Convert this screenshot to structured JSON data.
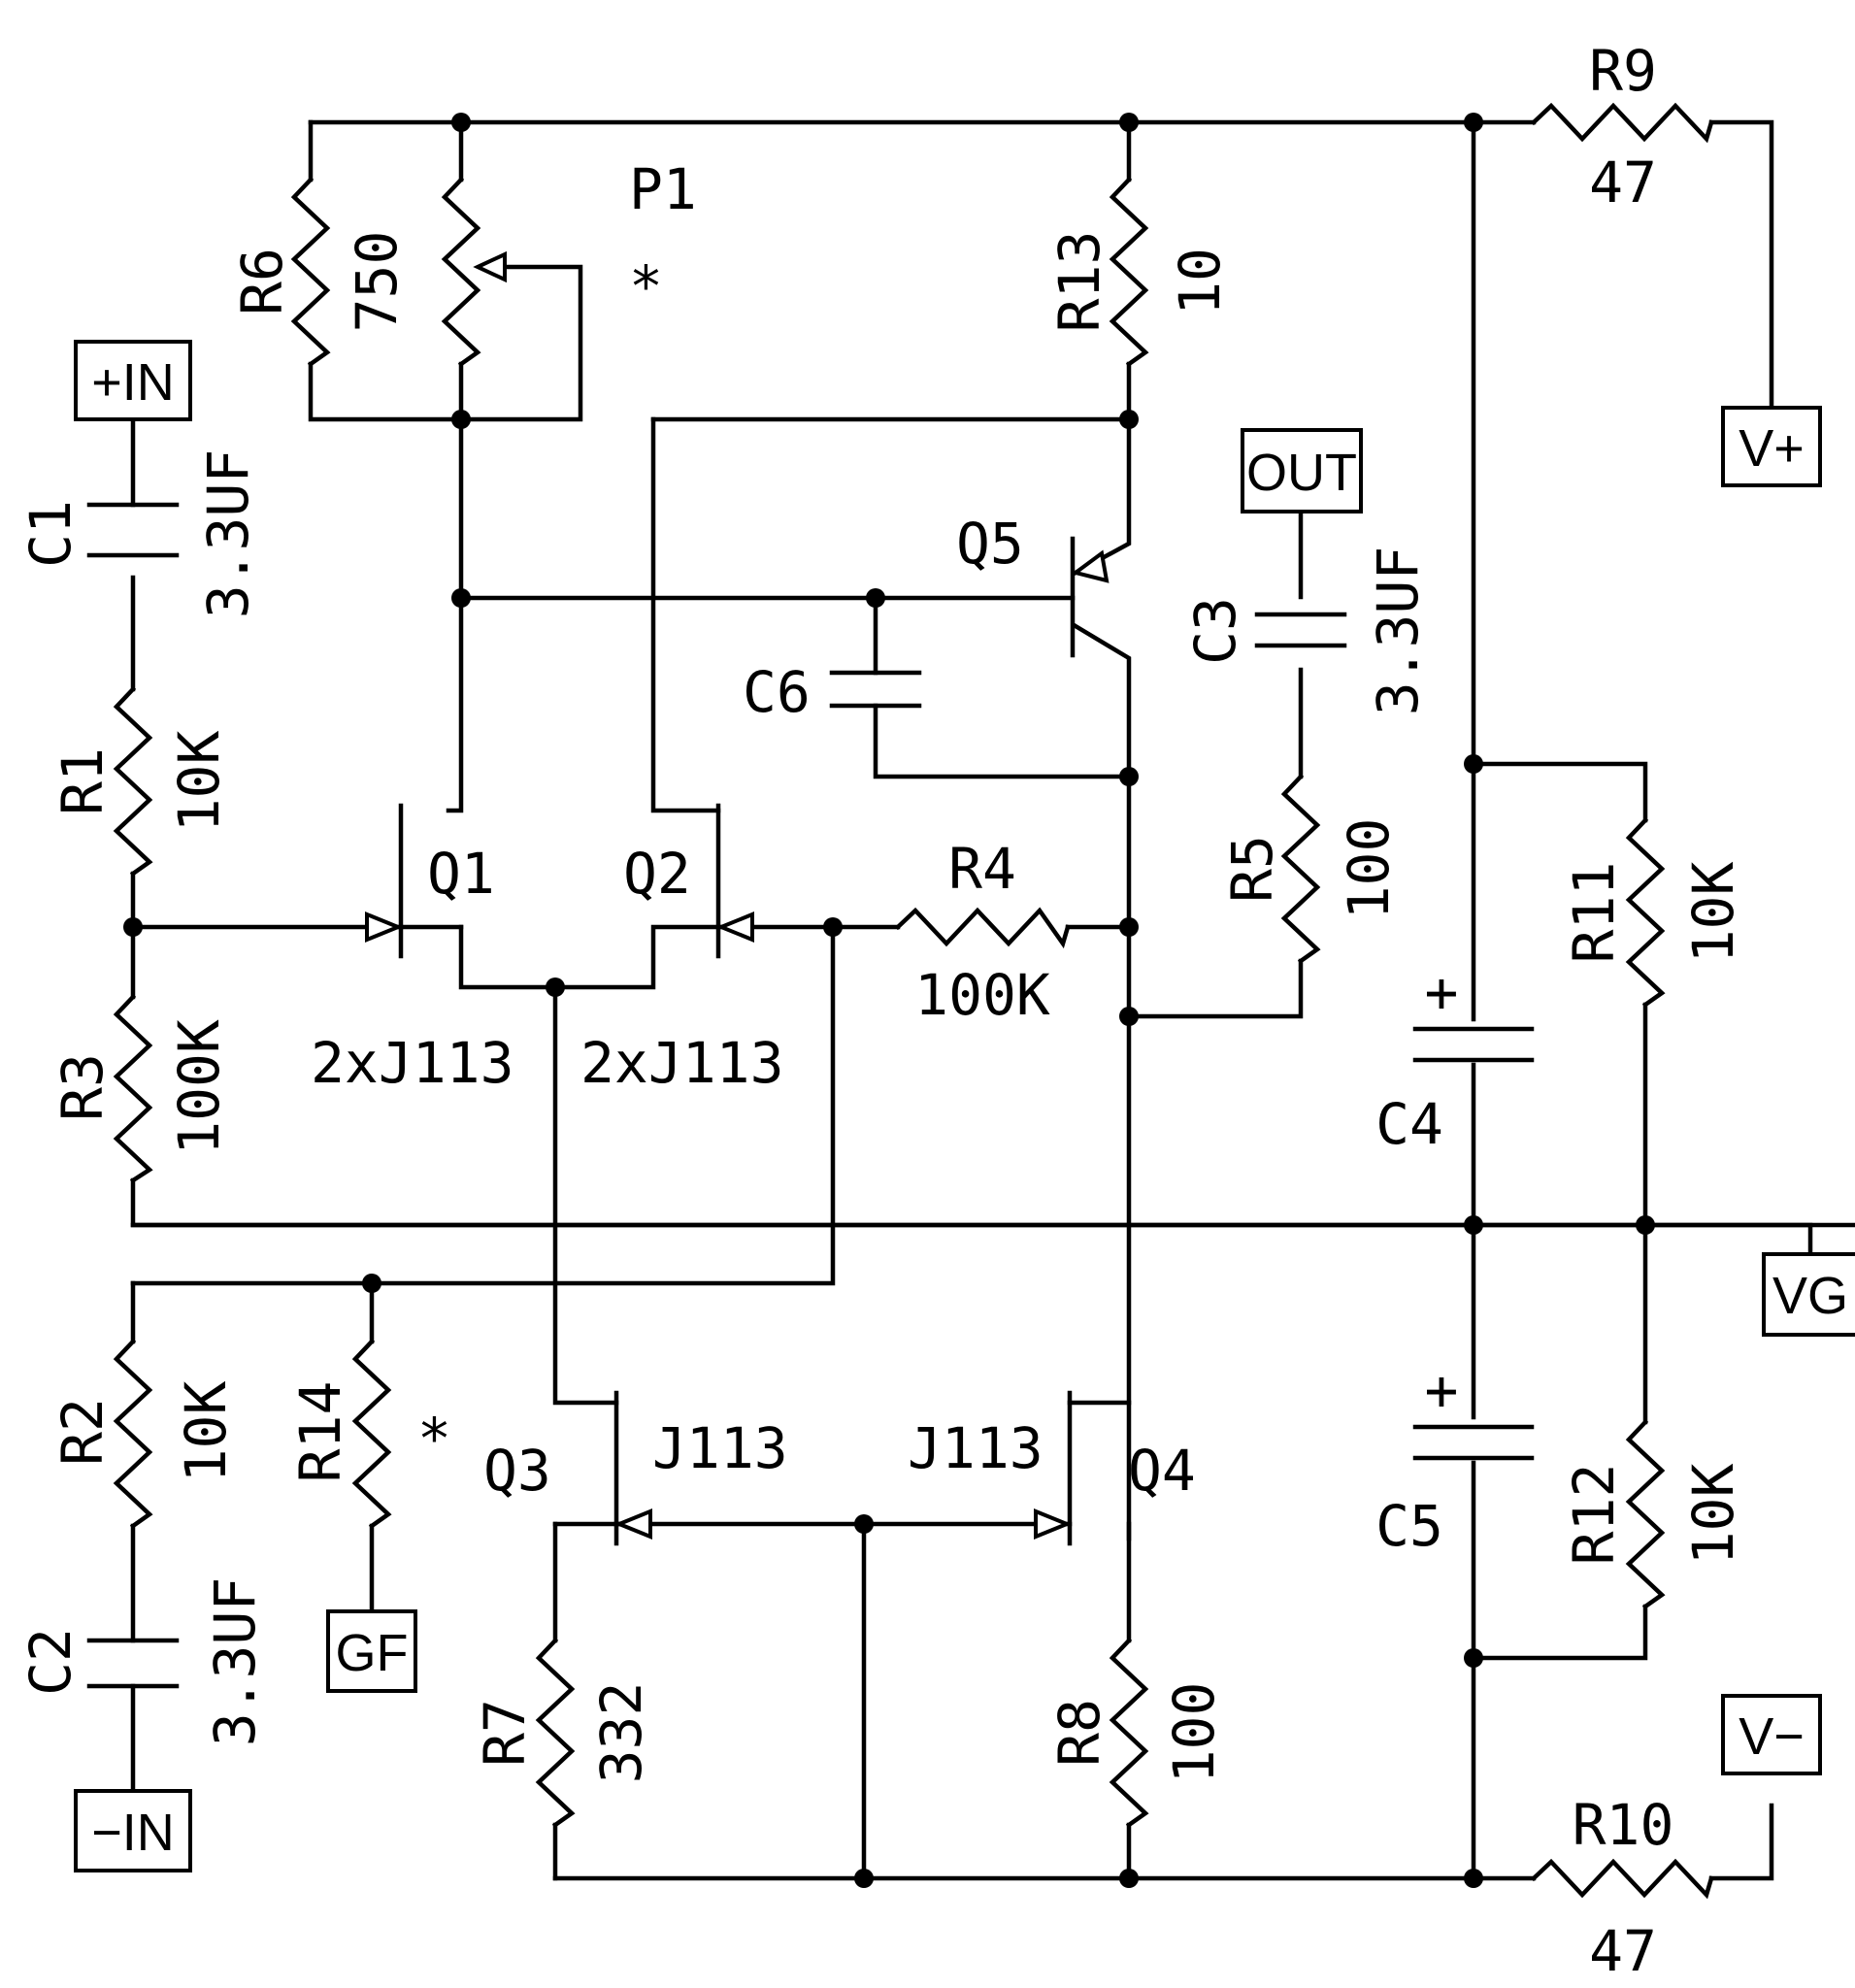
{
  "ports": {
    "in_plus": "+IN",
    "in_minus": "−IN",
    "out": "OUT",
    "v_plus": "V+",
    "v_minus": "V−",
    "vg": "VG",
    "gf": "GF"
  },
  "components": {
    "P1": {
      "ref": "P1",
      "mark": "*"
    },
    "R6": {
      "ref": "R6",
      "value": "750"
    },
    "R13": {
      "ref": "R13",
      "value": "10"
    },
    "R9": {
      "ref": "R9",
      "value": "47"
    },
    "C1": {
      "ref": "C1",
      "value": "3.3UF"
    },
    "R1": {
      "ref": "R1",
      "value": "10K"
    },
    "R3": {
      "ref": "R3",
      "value": "100K"
    },
    "Q1": {
      "ref": "Q1",
      "part": "2xJ113"
    },
    "Q2": {
      "ref": "Q2",
      "part": "2xJ113"
    },
    "Q5": {
      "ref": "Q5"
    },
    "C6": {
      "ref": "C6"
    },
    "R4": {
      "ref": "R4",
      "value": "100K"
    },
    "C3": {
      "ref": "C3",
      "value": "3.3UF"
    },
    "R5": {
      "ref": "R5",
      "value": "100"
    },
    "C4": {
      "ref": "C4",
      "polarity": "+"
    },
    "C5": {
      "ref": "C5",
      "polarity": "+"
    },
    "R11": {
      "ref": "R11",
      "value": "10K"
    },
    "R12": {
      "ref": "R12",
      "value": "10K"
    },
    "R2": {
      "ref": "R2",
      "value": "10K"
    },
    "R14": {
      "ref": "R14",
      "mark": "*"
    },
    "C2": {
      "ref": "C2",
      "value": "3.3UF"
    },
    "Q3": {
      "ref": "Q3",
      "part": "J113"
    },
    "Q4": {
      "ref": "Q4",
      "part": "J113"
    },
    "R7": {
      "ref": "R7",
      "value": "332"
    },
    "R8": {
      "ref": "R8",
      "value": "100"
    },
    "R10": {
      "ref": "R10",
      "value": "47"
    }
  }
}
